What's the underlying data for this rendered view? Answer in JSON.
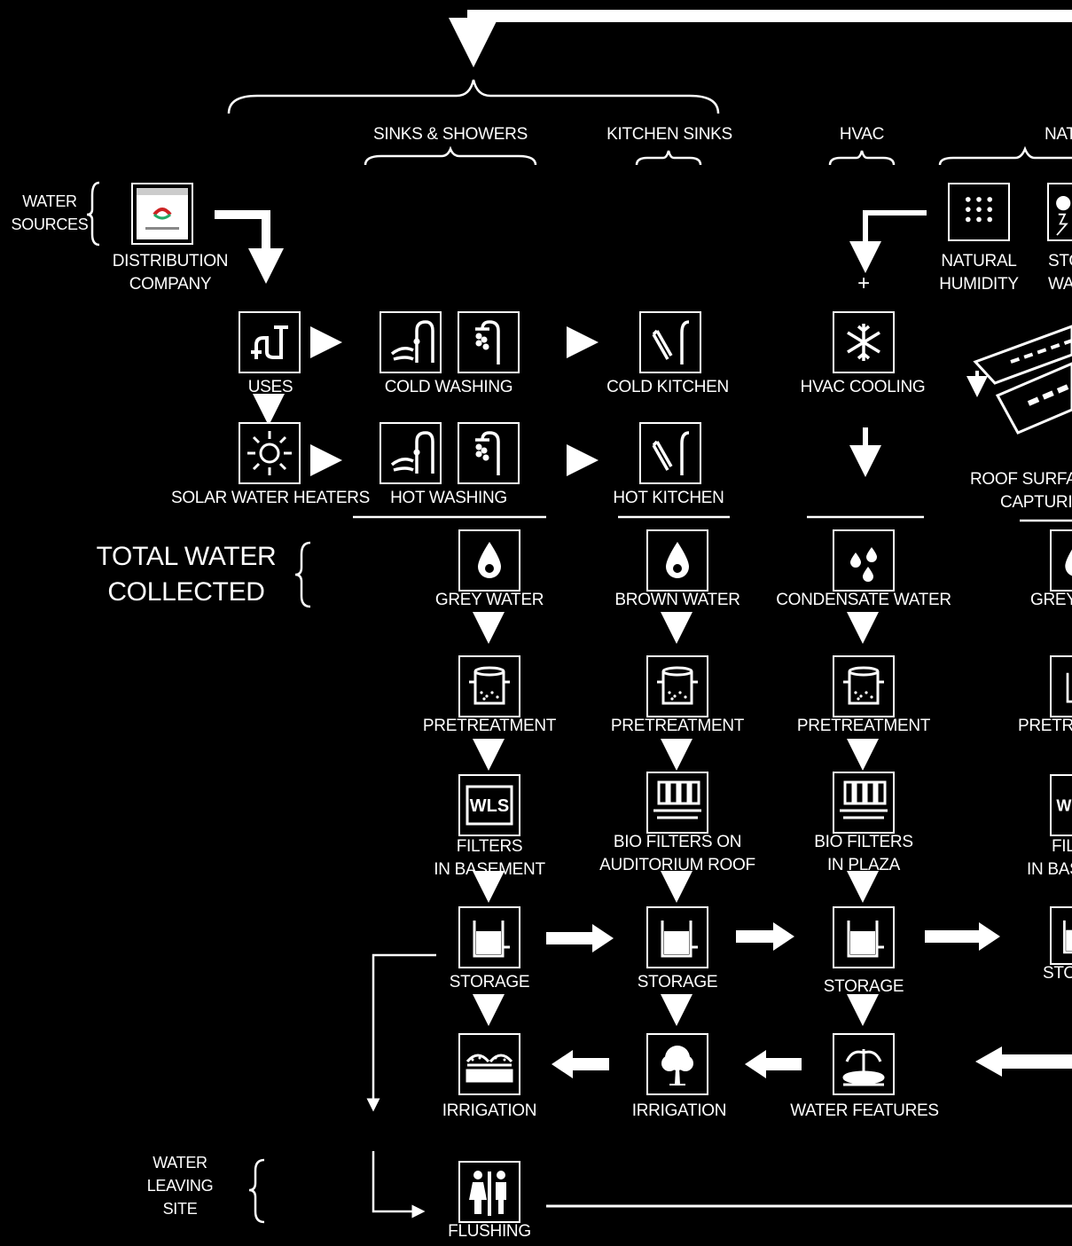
{
  "colors": {
    "background": "#000000",
    "foreground": "#ffffff"
  },
  "headers": {
    "sinks_showers": "SINKS & SHOWERS",
    "kitchen_sinks": "KITCHEN SINKS",
    "hvac": "HVAC",
    "natural": "NAT"
  },
  "left_labels": {
    "water_sources": [
      "WATER",
      "SOURCES"
    ],
    "total_water_collected": [
      "TOTAL WATER",
      "COLLECTED"
    ],
    "water_leaving_site": [
      "WATER",
      "LEAVING",
      "SITE"
    ]
  },
  "sources": {
    "distribution_company": [
      "DISTRIBUTION",
      "COMPANY"
    ],
    "natural_humidity": [
      "NATURAL",
      "HUMIDITY"
    ],
    "storm_water": [
      "STO",
      "WA"
    ],
    "plus_sign": "+",
    "roof_surface": [
      "ROOF SURFA",
      "CAPTURI"
    ]
  },
  "uses_row": {
    "uses": "USES",
    "cold_washing": "COLD WASHING",
    "cold_kitchen": "COLD KITCHEN",
    "hvac_cooling": "HVAC COOLING"
  },
  "heat_row": {
    "solar_water_heaters": "SOLAR WATER HEATERS",
    "hot_washing": "HOT WASHING",
    "hot_kitchen": "HOT KITCHEN"
  },
  "collected": {
    "grey_water": "GREY WATER",
    "brown_water": "BROWN WATER",
    "condensate_water": "CONDENSATE WATER",
    "grey_partial": "GREY"
  },
  "treatment": {
    "pretreatment": "PRETREATMENT",
    "pretreatment_partial": "PRETRI"
  },
  "filters": {
    "filters_basement": [
      "FILTERS",
      "IN BASEMENT"
    ],
    "bio_filters_auditorium": [
      "BIO FILTERS ON",
      "AUDITORIUM ROOF"
    ],
    "bio_filters_plaza": [
      "BIO FILTERS",
      "IN PLAZA"
    ],
    "filters_partial": [
      "FIL",
      "IN BAS"
    ]
  },
  "storage": {
    "label": "STORAGE",
    "partial": "STO"
  },
  "reuse": {
    "irrigation": "IRRIGATION",
    "water_features": "WATER FEATURES",
    "flushing": "FLUSHING"
  },
  "icon_names": [
    "faucet-pipe-icon",
    "sun-icon",
    "washing-hands-icon",
    "shower-icon",
    "kitchen-faucet-icon",
    "snowflake-icon",
    "humidity-dots-icon",
    "storm-icon",
    "water-drop-icon",
    "condensate-drops-icon",
    "pretreatment-tank-icon",
    "filter-wls-icon",
    "bio-filter-icon",
    "storage-tank-icon",
    "irrigation-field-icon",
    "tree-icon",
    "fountain-icon",
    "restroom-icon",
    "distribution-company-logo",
    "roof-surface-panel-icon"
  ]
}
